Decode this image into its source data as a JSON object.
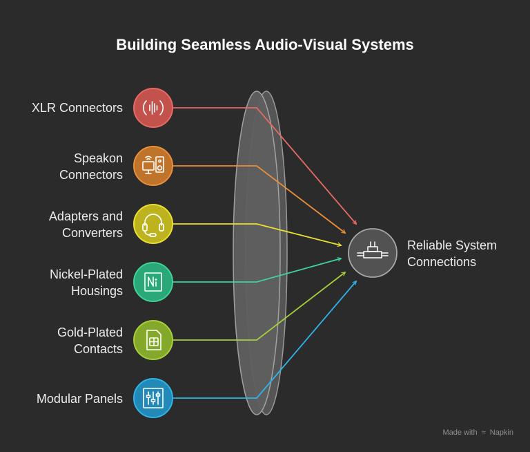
{
  "title": "Building Seamless Audio-Visual Systems",
  "sources": [
    {
      "lines": [
        "XLR Connectors"
      ],
      "icon": "audio-wave-icon",
      "color": "#e86a63"
    },
    {
      "lines": [
        "Speakon",
        "Connectors"
      ],
      "icon": "computer-speaker-icon",
      "color": "#ea8f3a"
    },
    {
      "lines": [
        "Adapters and",
        "Converters"
      ],
      "icon": "headset-icon",
      "color": "#ece02f"
    },
    {
      "lines": [
        "Nickel-Plated",
        "Housings"
      ],
      "icon": "nickel-element-icon",
      "color": "#3fd39a"
    },
    {
      "lines": [
        "Gold-Plated",
        "Contacts"
      ],
      "icon": "sim-card-icon",
      "color": "#a7cf3c"
    },
    {
      "lines": [
        "Modular Panels"
      ],
      "icon": "mixer-sliders-icon",
      "color": "#2fb4ea"
    }
  ],
  "target": {
    "lines": [
      "Reliable System",
      "Connections"
    ],
    "icon": "network-connector-icon",
    "color": "#bdbdbd"
  },
  "footer": {
    "made_with": "Made with",
    "brand": "Napkin"
  }
}
